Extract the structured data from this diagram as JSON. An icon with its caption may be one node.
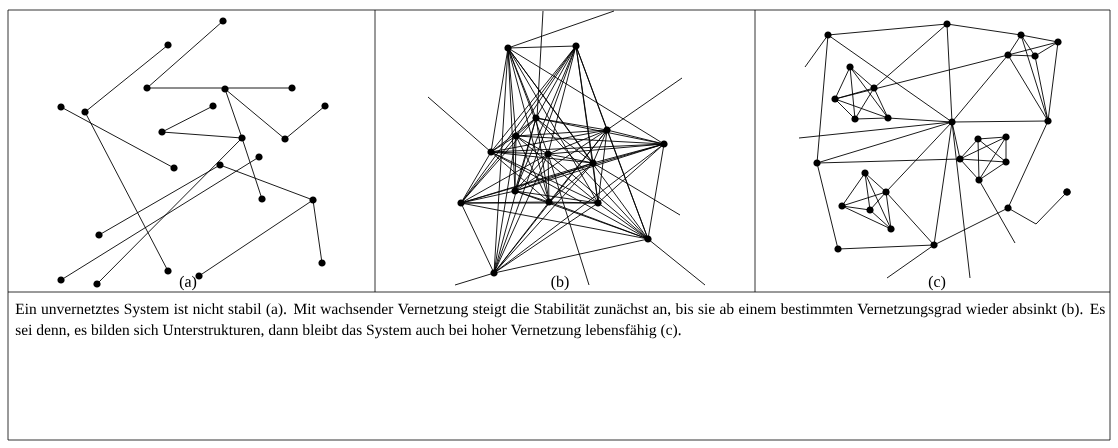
{
  "diagram": {
    "caption": "Ein unvernetztes System ist nicht stabil (a). Mit wachsender Vernetzung steigt die Stabilität zunächst an, bis sie ab einem bestimmten Vernetzungsgrad wieder absinkt (b). Es sei denn, es bilden sich Unterstrukturen, dann bleibt das System auch bei hoher Vernetzung lebensfähig (c).",
    "labels": [
      "(a)",
      "(b)",
      "(c)"
    ]
  }
}
